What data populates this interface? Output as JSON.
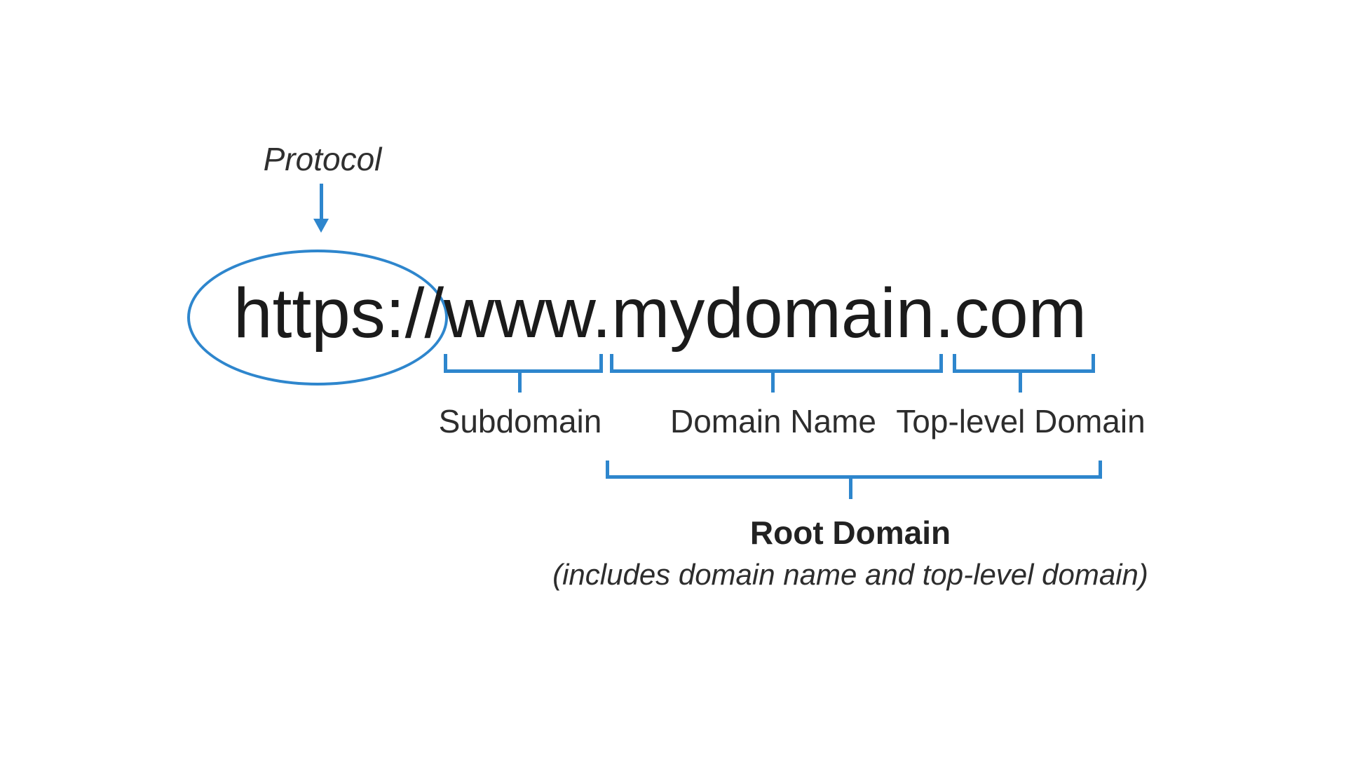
{
  "colors": {
    "accent": "#2e86cd",
    "url_text": "#1b1b1b"
  },
  "protocol": {
    "label": "Protocol"
  },
  "url": {
    "full": "https://www.mydomain.com",
    "protocol": "https://",
    "subdomain": "www",
    "dot": ".",
    "domain": "mydomain",
    "tld": "com"
  },
  "labels": {
    "subdomain": "Subdomain",
    "domain_name": "Domain Name",
    "top_level": "Top-level Domain"
  },
  "root": {
    "title": "Root Domain",
    "note": "(includes domain name and top-level domain)"
  }
}
